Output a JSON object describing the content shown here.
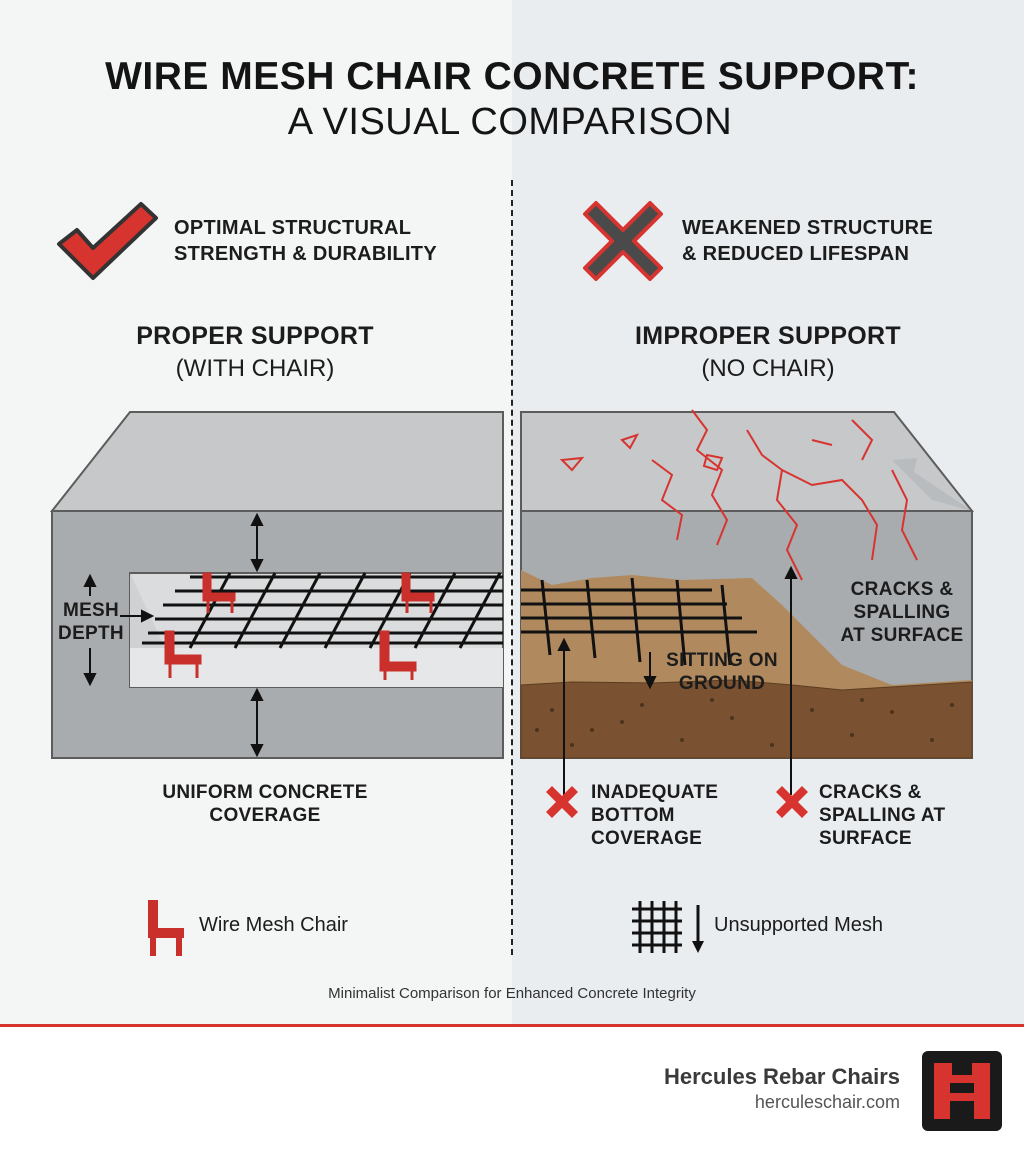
{
  "title": {
    "line1": "WIRE MESH CHAIR CONCRETE SUPPORT:",
    "line2": "A VISUAL COMPARISON"
  },
  "left": {
    "claim_line1": "OPTIMAL STRUCTURAL",
    "claim_line2": "STRENGTH & DURABILITY",
    "heading": "PROPER SUPPORT",
    "subheading": "(WITH CHAIR)",
    "mesh_depth_line1": "MESH",
    "mesh_depth_line2": "DEPTH",
    "coverage_line1": "UNIFORM CONCRETE",
    "coverage_line2": "COVERAGE",
    "legend": "Wire Mesh Chair",
    "icon": "check-icon",
    "accent": "#d8342f"
  },
  "right": {
    "claim_line1": "WEAKENED STRUCTURE",
    "claim_line2": "& REDUCED LIFESPAN",
    "heading": "IMPROPER SUPPORT",
    "subheading": "(NO CHAIR)",
    "cracks_top_line1": "CRACKS &",
    "cracks_top_line2": "SPALLING",
    "cracks_top_line3": "AT SURFACE",
    "ground_line1": "SITTING ON",
    "ground_line2": "GROUND",
    "inadequate_line1": "INADEQUATE",
    "inadequate_line2": "BOTTOM",
    "inadequate_line3": "COVERAGE",
    "cracks_bottom_line1": "CRACKS &",
    "cracks_bottom_line2": "SPALLING AT",
    "cracks_bottom_line3": "SURFACE",
    "legend": "Unsupported Mesh",
    "icon": "x-icon",
    "accent": "#d8342f"
  },
  "caption": "Minimalist Comparison for Enhanced Concrete Integrity",
  "brand": {
    "name": "Hercules Rebar Chairs",
    "url": "herculeschair.com"
  }
}
